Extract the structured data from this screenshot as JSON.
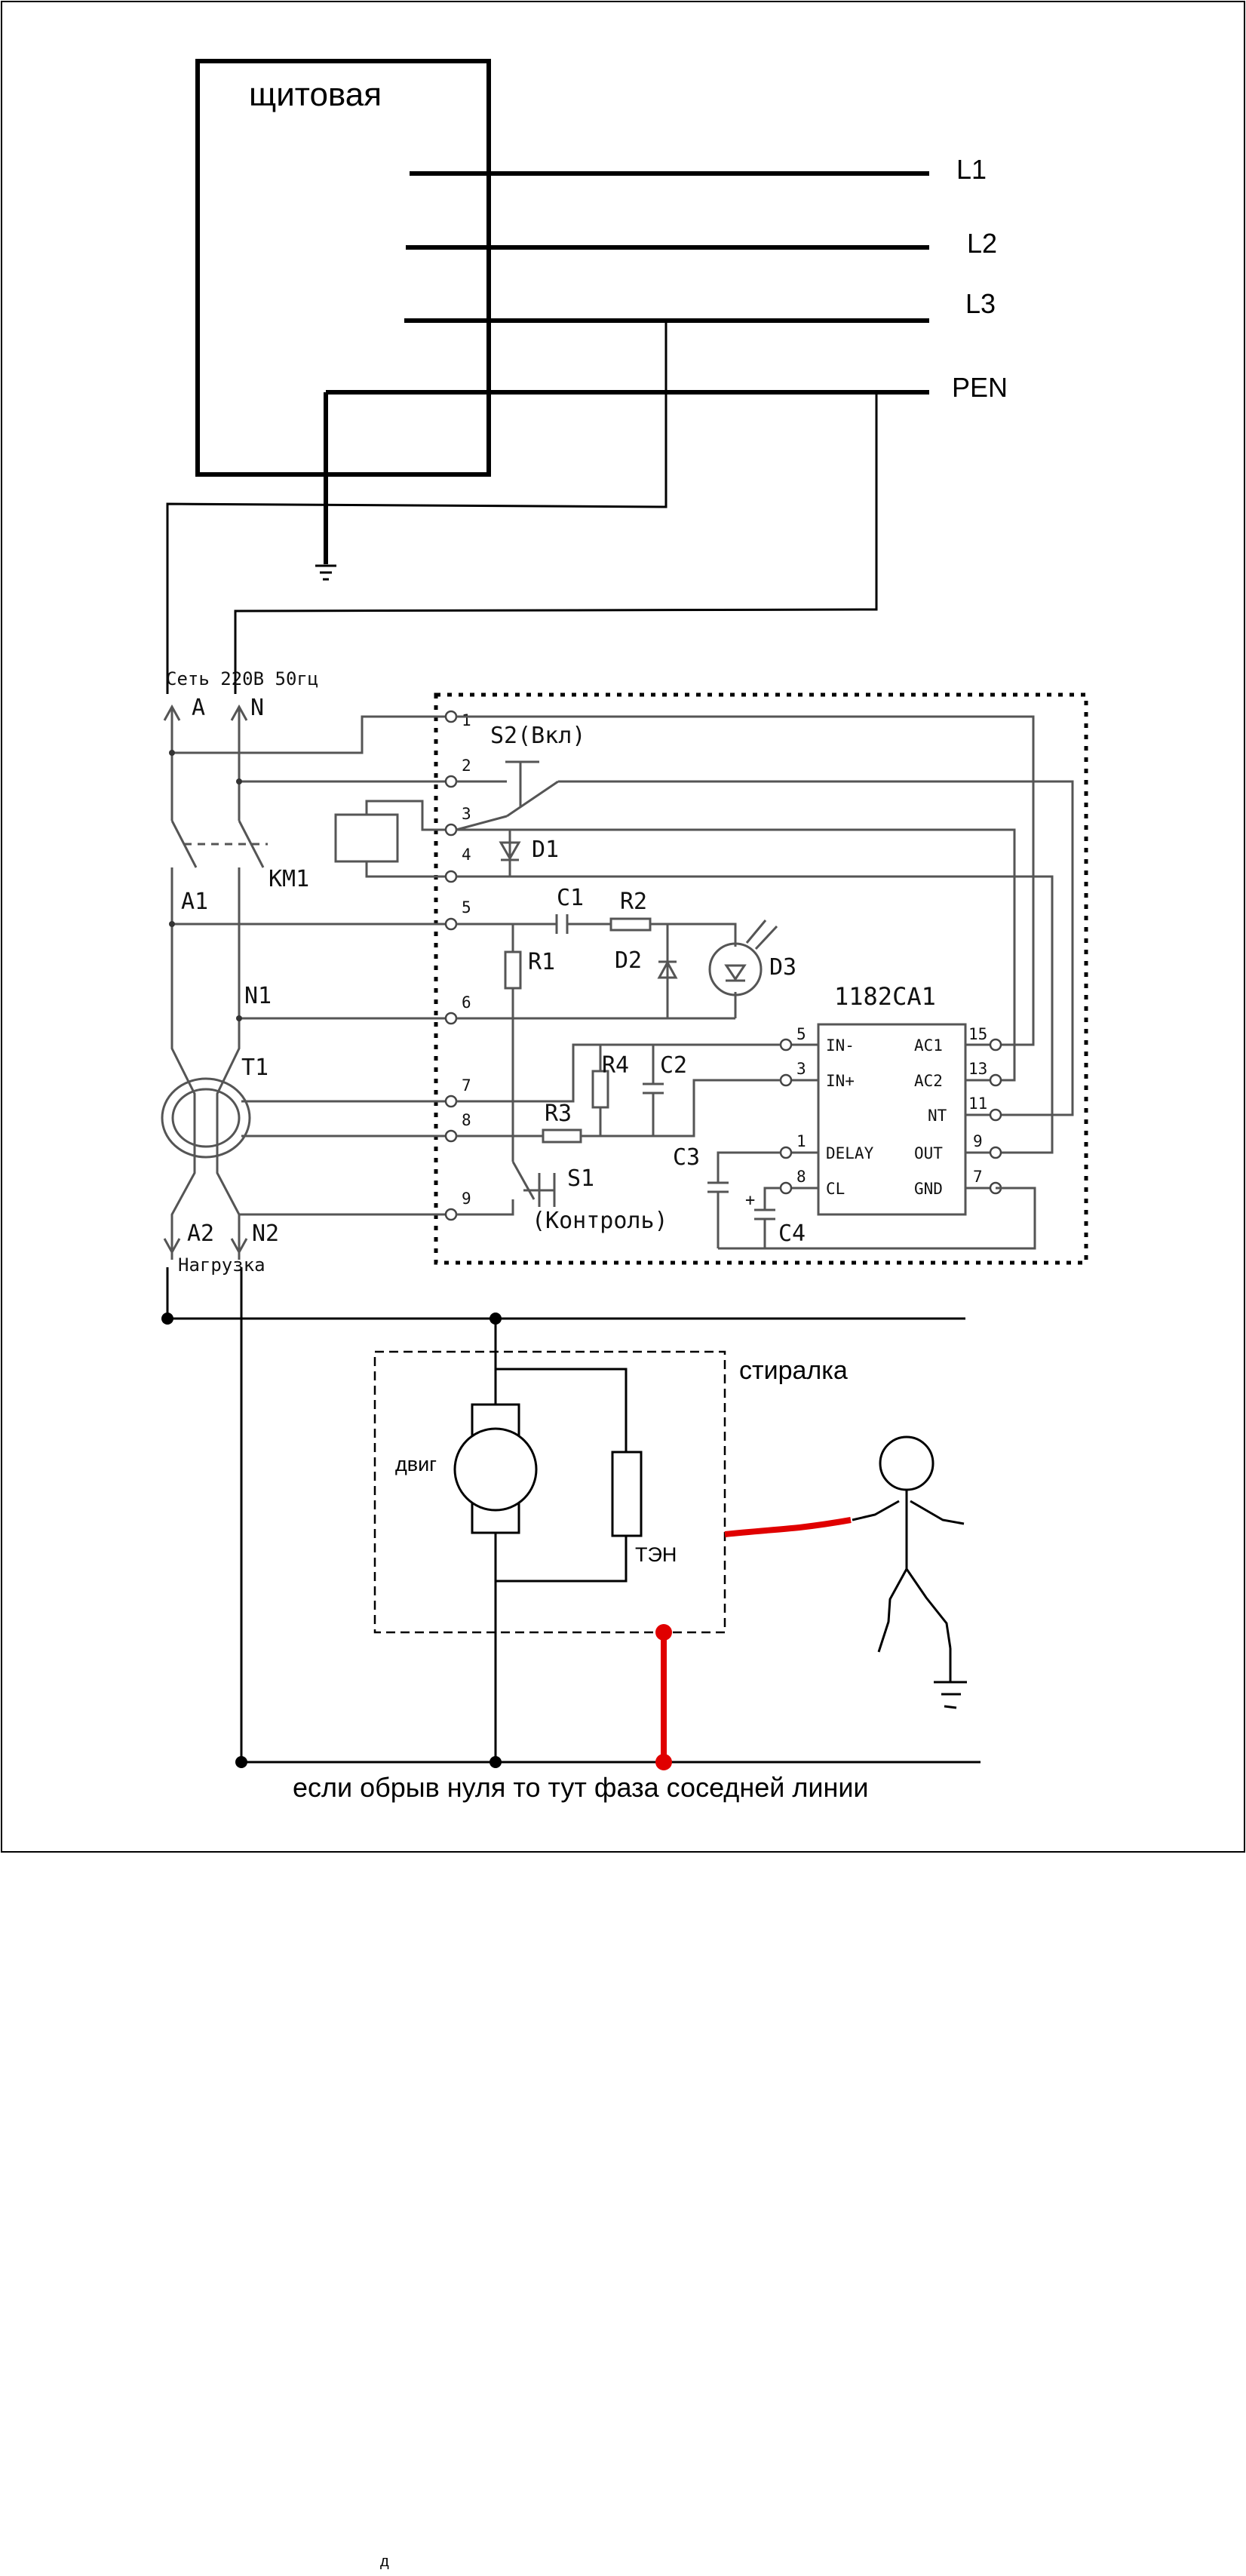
{
  "colors": {
    "line": "#000000",
    "schematic": "#555555",
    "danger": "#e00000",
    "background": "#ffffff"
  },
  "panel": {
    "title": "щитовая"
  },
  "bus": {
    "l1": "L1",
    "l2": "L2",
    "l3": "L3",
    "pen": "PEN"
  },
  "header": {
    "mains": "Сеть 220В 50гц",
    "a": "A",
    "n": "N"
  },
  "labels": {
    "s2": "S2(Вкл)",
    "d1": "D1",
    "km1": "KM1",
    "a1": "A1",
    "c1": "C1",
    "r2": "R2",
    "r1": "R1",
    "d2": "D2",
    "d3": "D3",
    "n1": "N1",
    "t1": "T1",
    "r4": "R4",
    "c2": "C2",
    "r3": "R3",
    "c3": "C3",
    "s1": "S1",
    "control": "(Контроль)",
    "c4": "C4",
    "a2": "A2",
    "n2": "N2",
    "load": "Нагрузка",
    "plus": "+"
  },
  "terminals": [
    "1",
    "2",
    "3",
    "4",
    "5",
    "6",
    "7",
    "8",
    "9"
  ],
  "ic": {
    "title": "1182СА1",
    "left_pins": [
      {
        "num": "5",
        "name": "IN-"
      },
      {
        "num": "3",
        "name": "IN+"
      },
      {
        "num": "1",
        "name": "DELAY"
      },
      {
        "num": "8",
        "name": "CL"
      }
    ],
    "right_pins": [
      {
        "num": "15",
        "name": "AC1"
      },
      {
        "num": "13",
        "name": "AC2"
      },
      {
        "num": "11",
        "name": "NT"
      },
      {
        "num": "9",
        "name": "OUT"
      },
      {
        "num": "7",
        "name": "GND"
      }
    ]
  },
  "appliance": {
    "name": "стиралка",
    "motor": "двиг",
    "heater": "ТЭН"
  },
  "note": "если обрыв нуля то тут фаза соседней линии",
  "footer_mark": "д"
}
